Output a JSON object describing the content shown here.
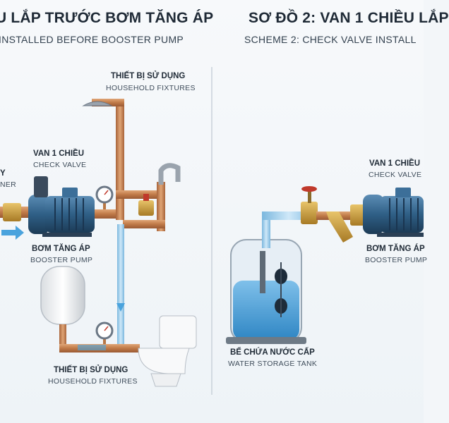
{
  "left": {
    "title": "U LẮP TRƯỚC BƠM TĂNG ÁP",
    "subtitle": "INSTALLED BEFORE BOOSTER PUMP",
    "fixtures_top_vi": "THIẾT BỊ SỬ DỤNG",
    "fixtures_top_en": "HOUSEHOLD FIXTURES",
    "check_valve_vi": "VAN 1 CHIỀU",
    "check_valve_en": "CHECK VALVE",
    "strainer_vi": "Y",
    "strainer_en": "NER",
    "pump_vi": "BƠM TĂNG ÁP",
    "pump_en": "BOOSTER PUMP",
    "fixtures_bottom_vi": "THIẾT BỊ SỬ DỤNG",
    "fixtures_bottom_en": "HOUSEHOLD FIXTURES"
  },
  "right": {
    "title": "SƠ ĐỒ 2: VAN 1 CHIỀU LẮP",
    "subtitle": "SCHEME 2: CHECK VALVE INSTALL",
    "check_valve_vi": "VAN 1 CHIỀU",
    "check_valve_en": "CHECK VALVE",
    "pump_vi": "BƠM TĂNG ÁP",
    "pump_en": "BOOSTER PUMP",
    "tank_vi": "BỂ CHỨA NƯỚC CẤP",
    "tank_en": "WATER STORAGE TANK"
  },
  "colors": {
    "copper": "#c8814a",
    "water": "#8fc6e8",
    "pump_blue": "#2f5f86",
    "brass": "#c79a3e"
  }
}
